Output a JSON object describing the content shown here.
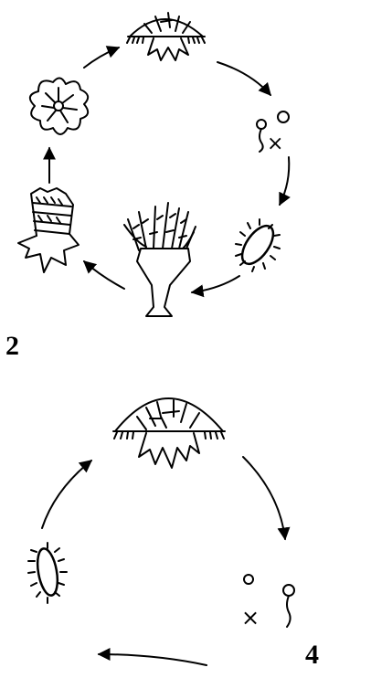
{
  "labels": {
    "top": "2",
    "bottom": "4"
  },
  "symbols": {
    "cross": "×"
  },
  "colors": {
    "ink": "#000000",
    "paper": "#ffffff"
  },
  "diagram_1": {
    "stages": [
      "medusa",
      "gametes",
      "planula",
      "polyp-with-buds",
      "strobila",
      "ephyra"
    ]
  },
  "diagram_2": {
    "stages": [
      "medusa",
      "gametes",
      "planula"
    ]
  }
}
